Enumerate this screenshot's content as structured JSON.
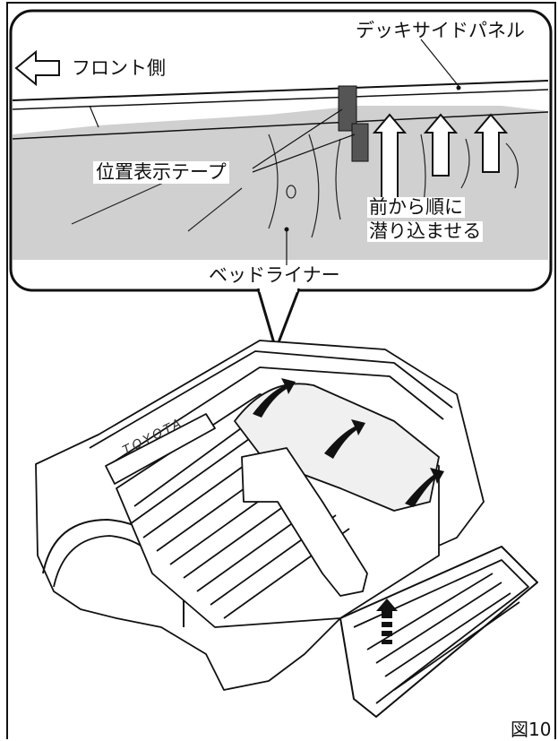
{
  "callout": {
    "deck_side_panel": "デッキサイドパネル",
    "front_side": "フロント側",
    "position_tape": "位置表示テープ",
    "insert_line1": "前から順に",
    "insert_line2": "潜り込ませる",
    "bed_liner": "ベッドライナー"
  },
  "truck": {
    "emboss": "TOYOTA"
  },
  "figure_number": "図10",
  "colors": {
    "liner_gray": "#d0d0d0",
    "tape": "#555555",
    "line": "#111111"
  }
}
